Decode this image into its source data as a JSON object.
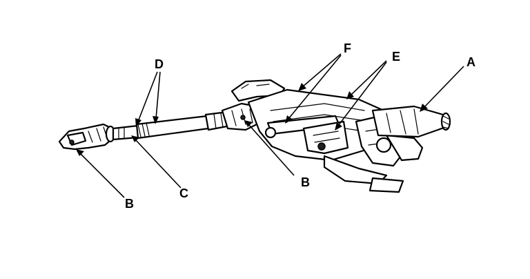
{
  "diagram": {
    "callouts": {
      "a": "A",
      "b_left": "B",
      "b_center": "B",
      "c": "C",
      "d": "D",
      "e": "E",
      "f": "F"
    }
  }
}
